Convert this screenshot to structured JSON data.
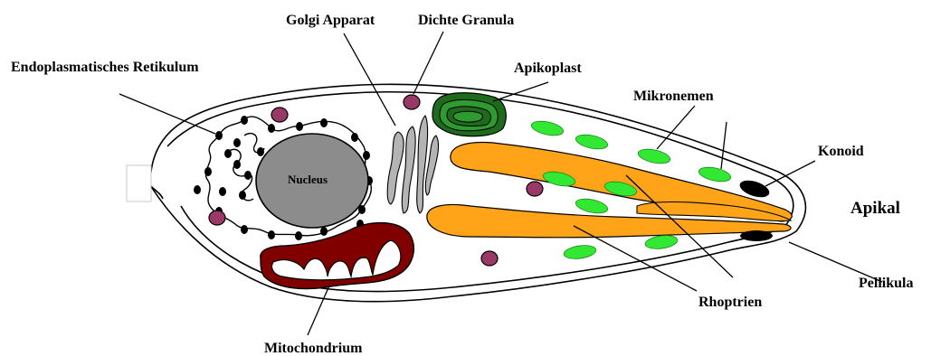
{
  "labels": {
    "golgi": "Golgi Apparat",
    "dense_granules": "Dichte Granula",
    "er": "Endoplasmatisches Retikulum",
    "apicoplast": "Apikoplast",
    "micronemes": "Mikronemen",
    "conoid": "Konoid",
    "apical": "Apikal",
    "pellicle": "Pellikula",
    "rhoptries": "Rhoptrien",
    "mitochondrion": "Mitochondrium",
    "nucleus": "Nucleus"
  },
  "colors": {
    "nucleus": "#8c8c8c",
    "golgi": "#b4b4b4",
    "dense_granule": "#9a3868",
    "apicoplast_outer": "#1e6b1e",
    "apicoplast_inner": "#2f9a2f",
    "microneme": "#33e833",
    "rhoptry": "#ffa319",
    "mitochondrion": "#800000",
    "conoid": "#000000",
    "ribosome": "#000000"
  }
}
